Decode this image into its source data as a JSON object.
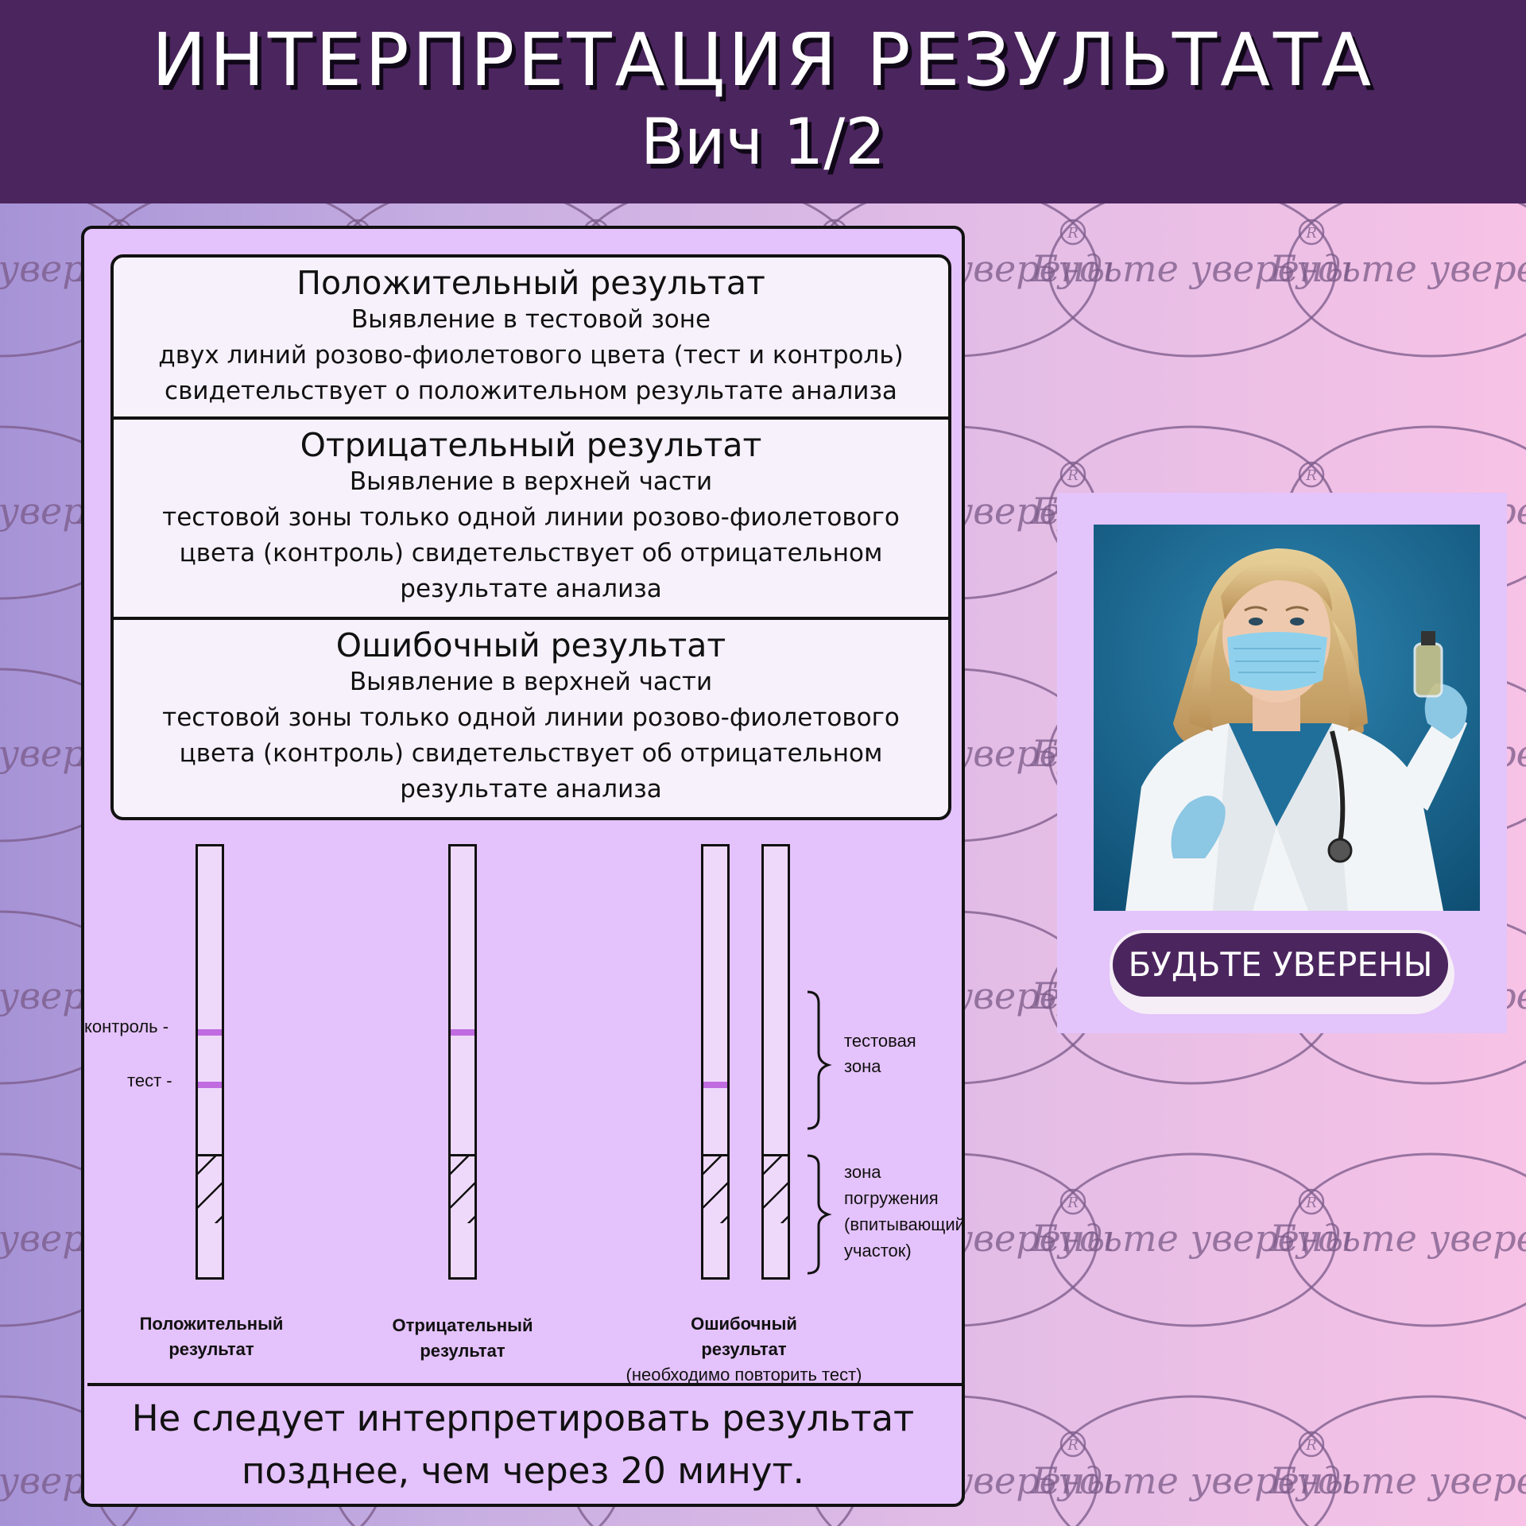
{
  "header": {
    "title": "ИНТЕРПРЕТАЦИЯ РЕЗУЛЬТАТА",
    "subtitle": "Вич 1/2"
  },
  "watermark": {
    "text": "Будьте уверены"
  },
  "sections": [
    {
      "title": "Положительный результат",
      "text": "Выявление в тестовой зоне\nдвух линий розово-фиолетового цвета (тест и контроль)\nсвидетельствует о положительном результате анализа"
    },
    {
      "title": "Отрицательный результат",
      "text": "Выявление в верхней части\nтестовой зоны только одной линии розово-фиолетового\nцвета (контроль) свидетельствует об отрицательном\nрезультате анализа"
    },
    {
      "title": "Ошибочный результат",
      "text": "Выявление в верхней части\nтестовой зоны только одной линии розово-фиолетового\nцвета (контроль) свидетельствует об отрицательном\nрезультате анализа"
    }
  ],
  "diagram": {
    "label_control": "контроль -",
    "label_test": "тест -",
    "label_test_zone": "тестовая\nзона",
    "label_immersion_zone": "зона\nпогружения\n(впитывающий\nучасток)",
    "caption_positive": "Положительный\nрезультат",
    "caption_negative": "Отрицательный\nрезультат",
    "caption_invalid": "Ошибочный\nрезультат",
    "caption_invalid_note": "(необходимо повторить тест)"
  },
  "footer": {
    "text": "Не следует интерпретировать результат\nпозднее, чем через 20 минут."
  },
  "cta": {
    "label": "БУДЬТЕ УВЕРЕНЫ"
  },
  "colors": {
    "header_bg": "#4b255e",
    "panel_bg": "#e4c2fb",
    "band": "#c06be0",
    "watermark": "#7a5a88"
  }
}
